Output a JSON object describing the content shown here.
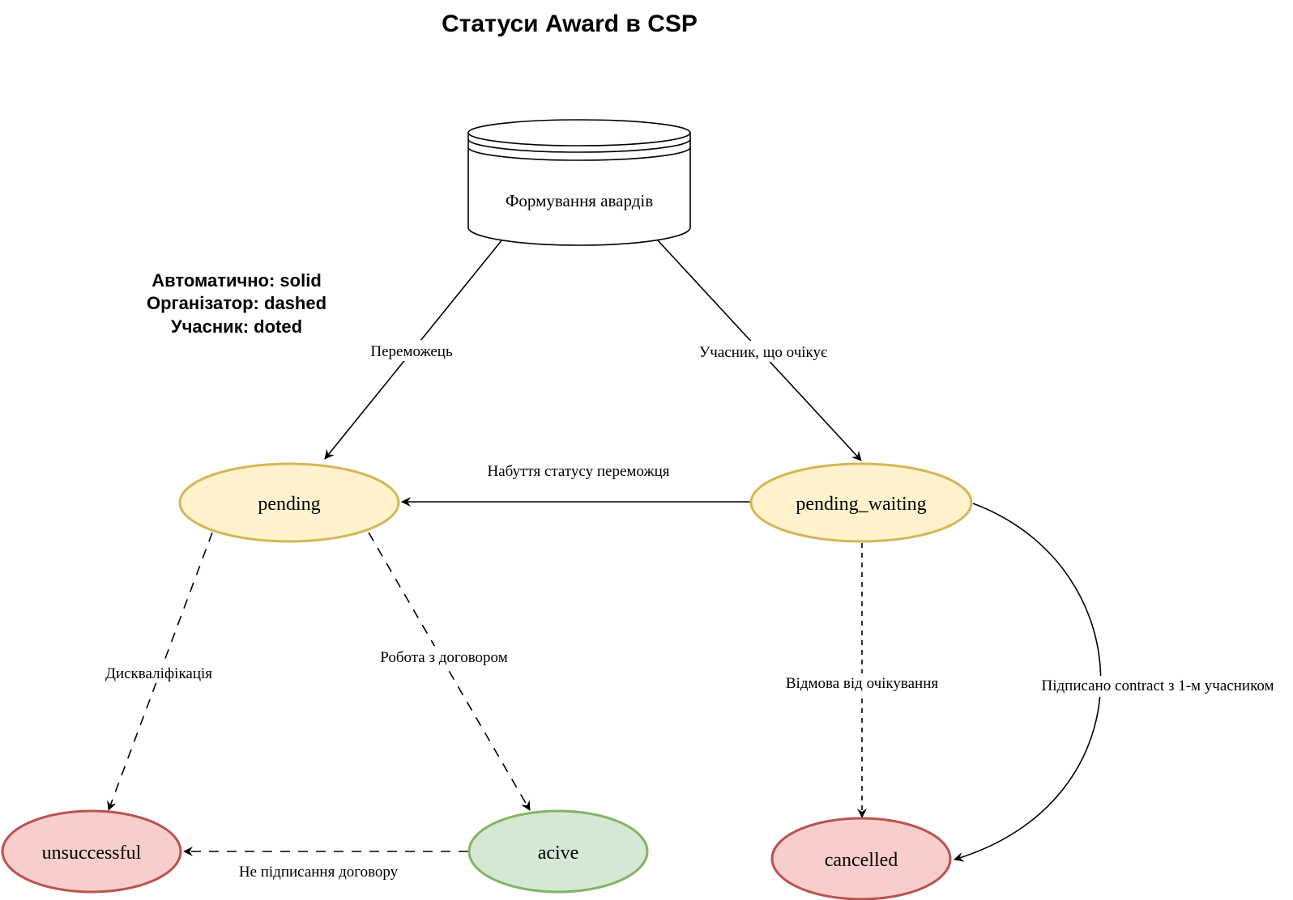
{
  "title": "Статуси Award в CSP",
  "legend": {
    "lines": [
      "Автоматично: solid",
      "Організатор: dashed",
      "Учасник: doted"
    ]
  },
  "colors": {
    "pending_fill": "#fff2cc",
    "pending_stroke": "#d6b656",
    "fail_fill": "#f8cecc",
    "fail_stroke": "#b85450",
    "success_fill": "#d5e8d4",
    "success_stroke": "#82b366"
  },
  "nodes": {
    "source": "Формування авардів",
    "pending": "pending",
    "pending_waiting": "pending_waiting",
    "unsuccessful": "unsuccessful",
    "active": "acive",
    "cancelled": "cancelled"
  },
  "edges": [
    {
      "from": "source",
      "to": "pending",
      "label": "Переможець",
      "style": "solid"
    },
    {
      "from": "source",
      "to": "pending_waiting",
      "label": "Учасник, що очікує",
      "style": "solid"
    },
    {
      "from": "pending_waiting",
      "to": "pending",
      "label": "Набуття статусу переможця",
      "style": "solid"
    },
    {
      "from": "pending",
      "to": "unsuccessful",
      "label": "Дискваліфікація",
      "style": "dashed"
    },
    {
      "from": "pending",
      "to": "active",
      "label": "Робота з договором",
      "style": "dashed"
    },
    {
      "from": "active",
      "to": "unsuccessful",
      "label": "Не підписання договору",
      "style": "dashed"
    },
    {
      "from": "pending_waiting",
      "to": "cancelled",
      "label": "Відмова від очікування",
      "style": "dotted"
    },
    {
      "from": "pending_waiting",
      "to": "cancelled",
      "label": "Підписано contract з 1-м учасником",
      "style": "solid"
    }
  ]
}
